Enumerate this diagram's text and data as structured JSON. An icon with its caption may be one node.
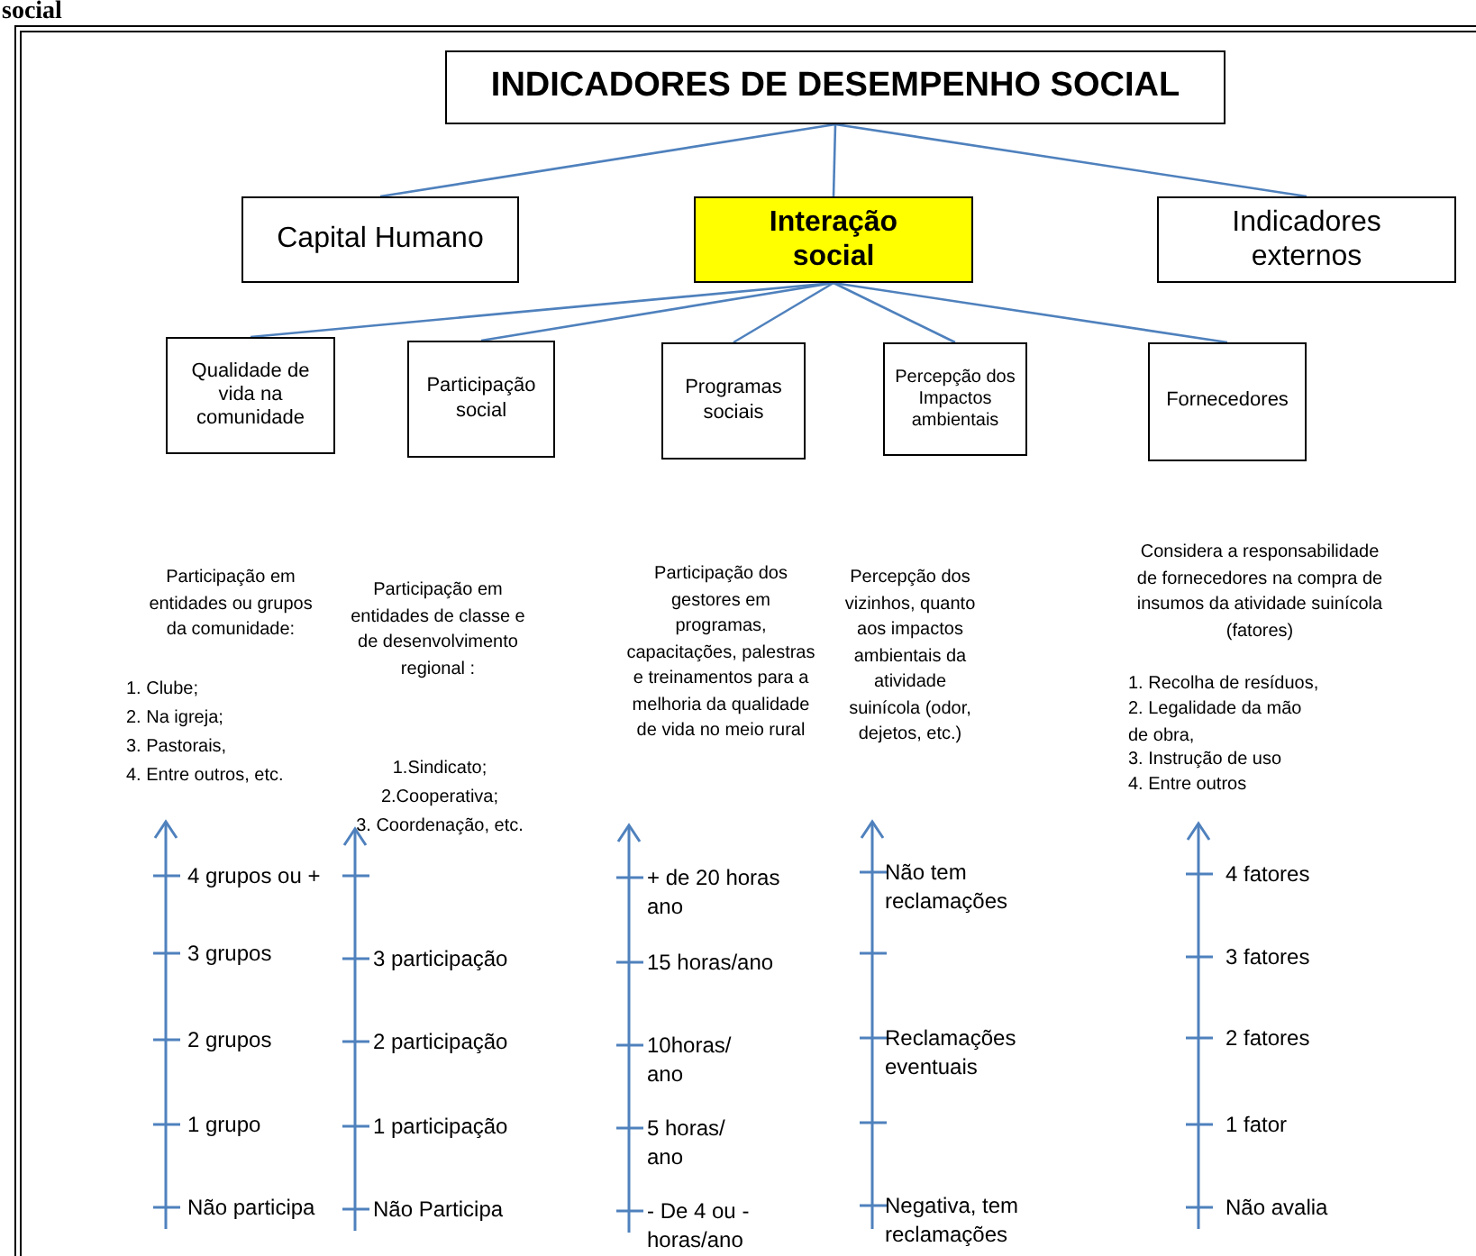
{
  "diagram": {
    "nodes": [
      {
        "text": [
          "INDICADORES DE DESEMPENHO SOCIAL"
        ]
      },
      {
        "text": [
          "Capital Humano"
        ]
      },
      {
        "text": [
          "Interação social"
        ]
      },
      {
        "text": [
          "Indicadores externos"
        ]
      },
      {
        "text": [
          "Qualidade de vida na comunidade"
        ]
      },
      {
        "text": [
          "Participação social"
        ]
      },
      {
        "text": [
          "Programas sociais"
        ]
      },
      {
        "text": [
          "Percepção dos Impactos ambientais"
        ]
      },
      {
        "text": [
          "Fornecedores"
        ]
      }
    ],
    "edges": [
      {
        "from": 0,
        "to": 1,
        "arrow": "none"
      },
      {
        "from": 0,
        "to": 2,
        "arrow": "none"
      },
      {
        "from": 0,
        "to": 3,
        "arrow": "none"
      },
      {
        "from": 2,
        "to": 4,
        "arrow": "none"
      },
      {
        "from": 2,
        "to": 5,
        "arrow": "none"
      },
      {
        "from": 2,
        "to": 6,
        "arrow": "none"
      },
      {
        "from": 2,
        "to": 7,
        "arrow": "none"
      },
      {
        "from": 2,
        "to": 8,
        "arrow": "none"
      }
    ],
    "labels": [
      "social",
      "Participação em entidades ou grupos da comunidade:",
      "1. Clube;",
      "2. Na igreja;",
      "3. Pastorais,",
      "4. Entre outros, etc.",
      "Participação em entidades de classe e de desenvolvimento regional :",
      "1.Sindicato;",
      "2.Cooperativa;",
      "3. Coordenação, etc.",
      "Participação dos gestores em programas, capacitações, palestras e treinamentos para a melhoria da qualidade de vida no meio rural",
      "Percepção dos vizinhos, quanto aos impactos ambientais da atividade suinícola (odor, dejetos, etc.)",
      "Considera a responsabilidade de fornecedores na compra de insumos da atividade suinícola (fatores)",
      "1. Recolha de resíduos,",
      "2. Legalidade da mão de obra,",
      "3. Instrução de uso",
      "4. Entre outros",
      "4 grupos ou +",
      "3 grupos",
      "2 grupos",
      "1 grupo",
      "Não participa",
      "3 participação",
      "2 participação",
      "1 participação",
      "Não Participa",
      "+ de 20 horas ano",
      "15 horas/ano",
      "10horas/ ano",
      "5 horas/ ano",
      "- De 4 ou - horas/ano",
      "Não tem reclamações",
      "Reclamações eventuais",
      "Negativa, tem reclamações",
      "4 fatores",
      "3 fatores",
      "2 fatores",
      "1 fator",
      "Não avalia"
    ]
  }
}
